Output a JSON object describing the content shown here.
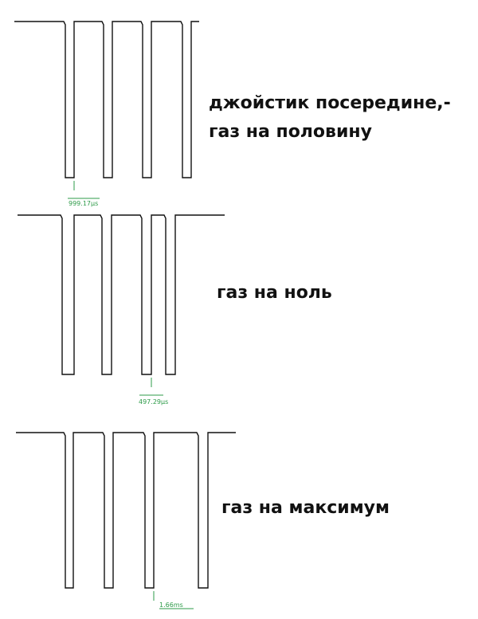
{
  "panels": [
    {
      "caption_lines": [
        "джойстик посередине,-",
        "газ на половину"
      ],
      "measurement": "999.17µs"
    },
    {
      "caption_lines": [
        "газ на ноль"
      ],
      "measurement": "497.29µs"
    },
    {
      "caption_lines": [
        "газ на максимум"
      ],
      "measurement": "1.66ms"
    }
  ],
  "colors": {
    "trace": "#111111",
    "marker": "#2e9b49"
  }
}
